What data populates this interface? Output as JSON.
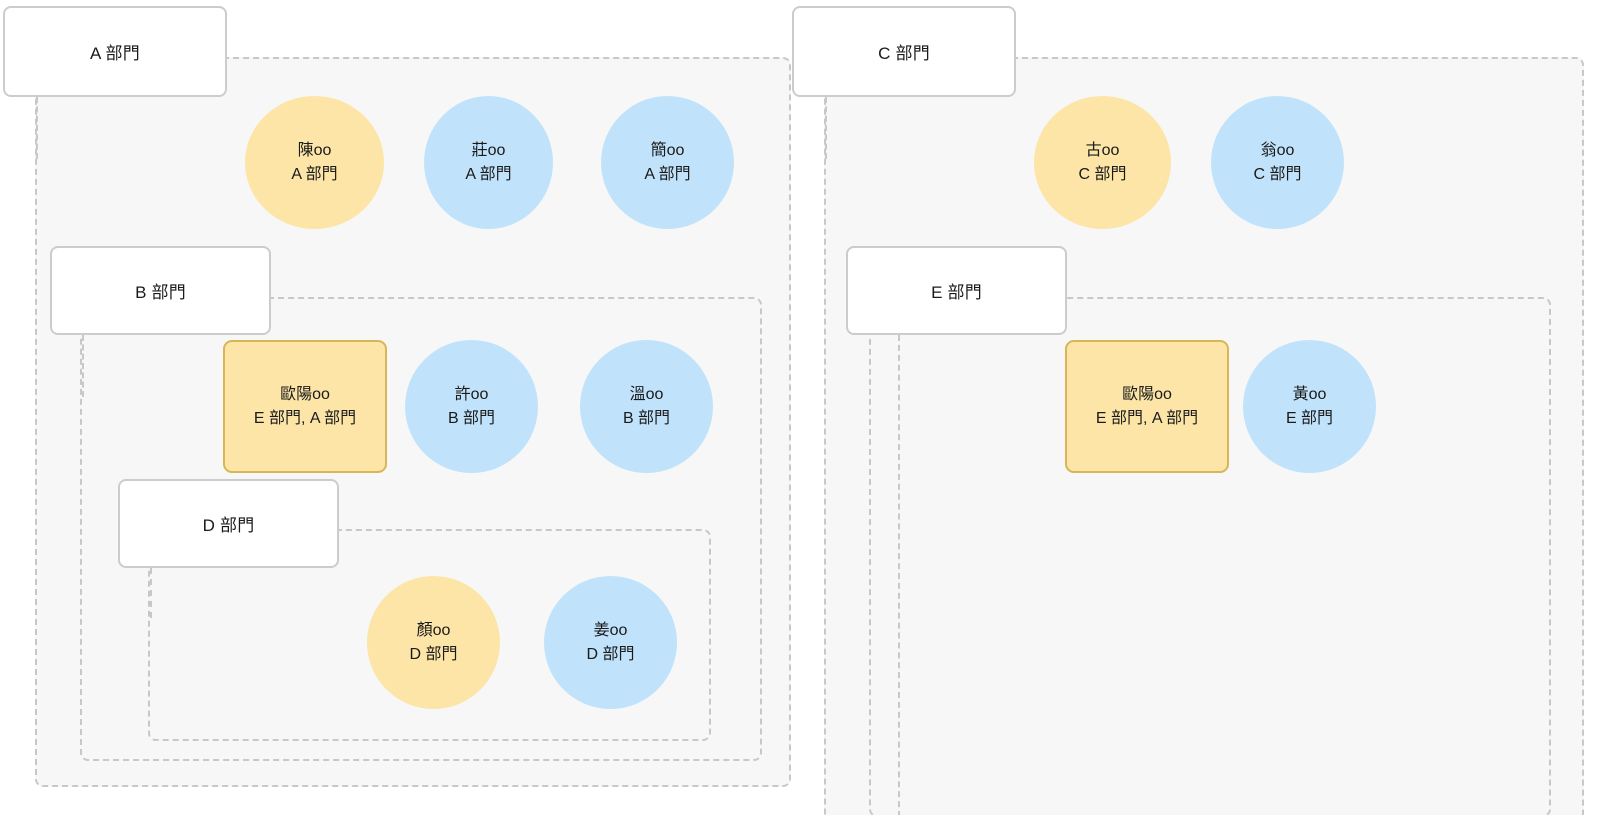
{
  "diagram": {
    "type": "nested-org-grouping",
    "background": "#ffffff",
    "group_fill": "#f7f7f7",
    "group_border_color": "#c8c8c8",
    "title_border_color": "#cccccc",
    "colors": {
      "yellow_node": "#fce5a7",
      "blue_node": "#c0e3fb",
      "highlight_border": "#d6b656",
      "text": "#1a1a1a"
    }
  },
  "groups": [
    {
      "id": "group-a",
      "label": "A 部門"
    },
    {
      "id": "group-b",
      "label": "B 部門"
    },
    {
      "id": "group-d",
      "label": "D 部門"
    },
    {
      "id": "group-c",
      "label": "C 部門"
    },
    {
      "id": "group-e",
      "label": "E 部門"
    }
  ],
  "nodes": {
    "a1": {
      "name": "陳oo",
      "sub": "A 部門",
      "shape": "circle",
      "color": "yellow"
    },
    "a2": {
      "name": "莊oo",
      "sub": "A 部門",
      "shape": "circle",
      "color": "blue"
    },
    "a3": {
      "name": "簡oo",
      "sub": "A 部門",
      "shape": "circle",
      "color": "blue"
    },
    "b1": {
      "name": "歐陽oo",
      "sub": "E 部門, A 部門",
      "shape": "rect",
      "color": "yellow"
    },
    "b2": {
      "name": "許oo",
      "sub": "B 部門",
      "shape": "circle",
      "color": "blue"
    },
    "b3": {
      "name": "溫oo",
      "sub": "B 部門",
      "shape": "circle",
      "color": "blue"
    },
    "d1": {
      "name": "顏oo",
      "sub": "D 部門",
      "shape": "circle",
      "color": "yellow"
    },
    "d2": {
      "name": "姜oo",
      "sub": "D 部門",
      "shape": "circle",
      "color": "blue"
    },
    "c1": {
      "name": "古oo",
      "sub": "C 部門",
      "shape": "circle",
      "color": "yellow"
    },
    "c2": {
      "name": "翁oo",
      "sub": "C 部門",
      "shape": "circle",
      "color": "blue"
    },
    "e1": {
      "name": "歐陽oo",
      "sub": "E 部門, A 部門",
      "shape": "rect",
      "color": "yellow"
    },
    "e2": {
      "name": "黃oo",
      "sub": "E 部門",
      "shape": "circle",
      "color": "blue"
    }
  }
}
